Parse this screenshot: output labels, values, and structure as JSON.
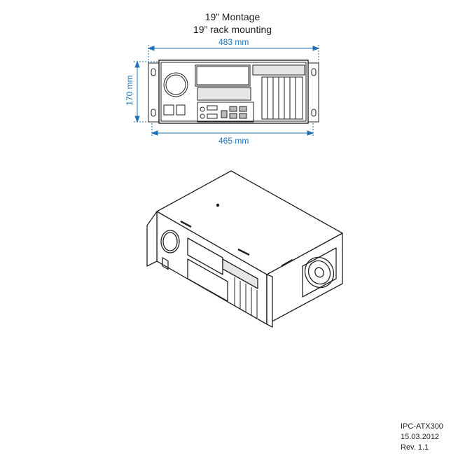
{
  "header": {
    "title_de": "19” Montage",
    "title_en": "19” rack mounting"
  },
  "dimensions": {
    "overall_width": "483 mm",
    "height": "170 mm",
    "body_width": "465 mm"
  },
  "colors": {
    "dimension": "#1f73b7",
    "line": "#222222"
  },
  "footer": {
    "model": "IPC-ATX300",
    "date": "15.03.2012",
    "revision": "Rev. 1.1"
  }
}
